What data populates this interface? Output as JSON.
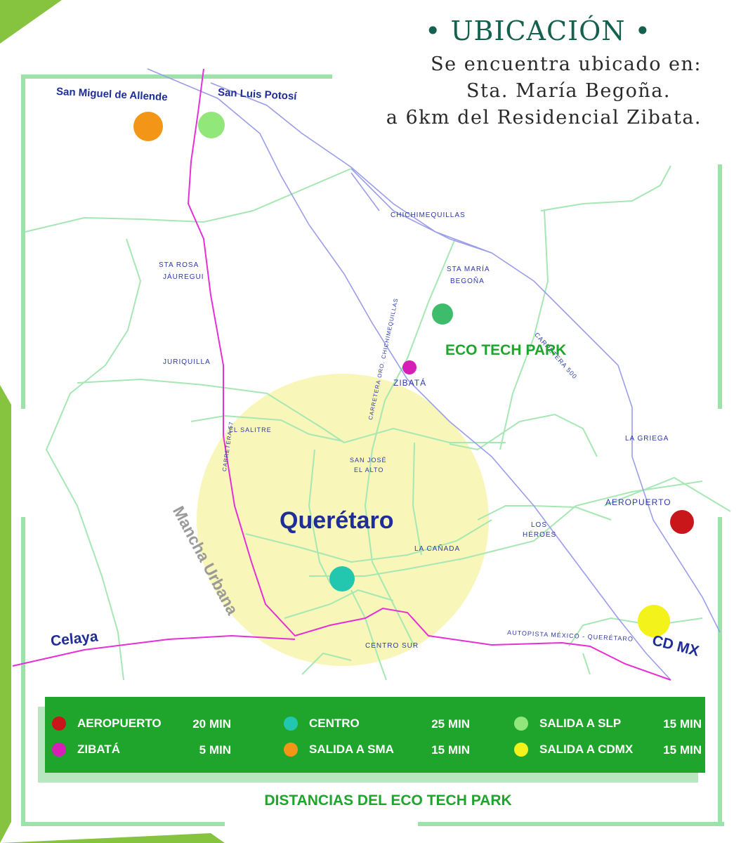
{
  "header": {
    "title": "• UBICACIÓN •",
    "line1": "Se encuentra ubicado en:",
    "line2": "Sta. María Begoña.",
    "line3": "a 6km del Residencial Zibata."
  },
  "map": {
    "places": {
      "san_miguel": "San Miguel de Allende",
      "san_luis": "San Luis Potosí",
      "chichimequillas": "CHICHIMEQUILLAS",
      "sta_rosa_1": "STA ROSA",
      "sta_rosa_2": "JÁUREGUI",
      "sta_maria_1": "STA MARÍA",
      "sta_maria_2": "BEGOÑA",
      "carretera_500": "CARRETERA 500",
      "carretera_chichimequillas": "CARRETERA ORO. CHICHIMEQUILLAS",
      "eco_tech_park": "ECO TECH PARK",
      "juriquilla": "JURIQUILLA",
      "zibata": "ZIBATÁ",
      "el_salitre": "EL SALITRE",
      "carretera_57": "CARRETERA 57",
      "san_jose_1": "SAN JOSÉ",
      "san_jose_2": "EL ALTO",
      "la_griega": "LA GRIEGA",
      "aeropuerto": "AEROPUERTO",
      "queretaro": "Querétaro",
      "mancha_urbana": "Mancha Urbana",
      "la_canada": "LA CAÑADA",
      "los_heroes_1": "LOS",
      "los_heroes_2": "HÉROES",
      "celaya": "Celaya",
      "cd_mx": "CD MX",
      "autopista": "AUTOPISTA MÉXICO - QUERÉTARO",
      "centro_sur": "CENTRO SUR"
    }
  },
  "legend": {
    "items": [
      {
        "label": "AEROPUERTO",
        "time": "20 MIN",
        "color": "#c8161b"
      },
      {
        "label": "ZIBATÁ",
        "time": "5 MIN",
        "color": "#d61fb6"
      },
      {
        "label": "CENTRO",
        "time": "25 MIN",
        "color": "#23c7b0"
      },
      {
        "label": "SALIDA A SMA",
        "time": "15 MIN",
        "color": "#f39617"
      },
      {
        "label": "SALIDA A SLP",
        "time": "15 MIN",
        "color": "#92e77a"
      },
      {
        "label": "SALIDA A CDMX",
        "time": "15 MIN",
        "color": "#f3f21b"
      }
    ]
  },
  "footer": "DISTANCIAS DEL ECO TECH PARK",
  "colors": {
    "brand_green": "#1fa52b",
    "urban_area": "#f8f6b9",
    "title_teal": "#14614f",
    "road_blue": "#9b9de8",
    "road_green": "#a6e7b4",
    "highway_magenta": "#e62fd6"
  }
}
